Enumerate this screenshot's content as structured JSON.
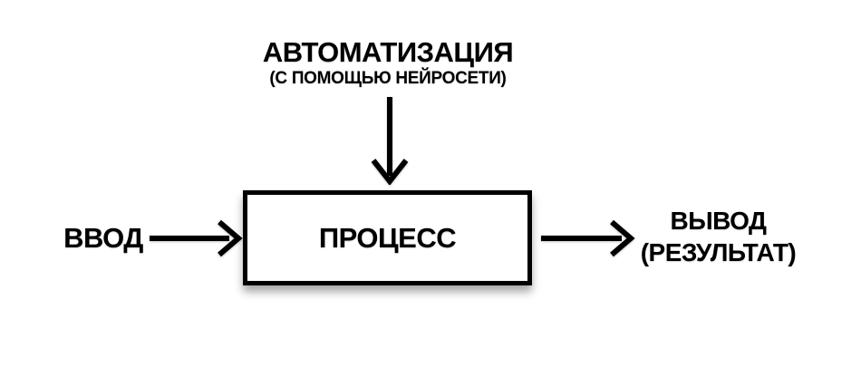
{
  "diagram": {
    "title": "АВТОМАТИЗАЦИЯ",
    "subtitle": "(С ПОМОЩЬЮ НЕЙРОСЕТИ)",
    "input_label": "ВВОД",
    "process_label": "ПРОЦЕСС",
    "output_label_line1": "ВЫВОД",
    "output_label_line2": "(РЕЗУЛЬТАТ)",
    "colors": {
      "foreground": "#000000",
      "background": "#ffffff",
      "box_border": "#000000",
      "box_fill": "#ffffff",
      "shadow": "rgba(0,0,0,0.35)"
    }
  }
}
